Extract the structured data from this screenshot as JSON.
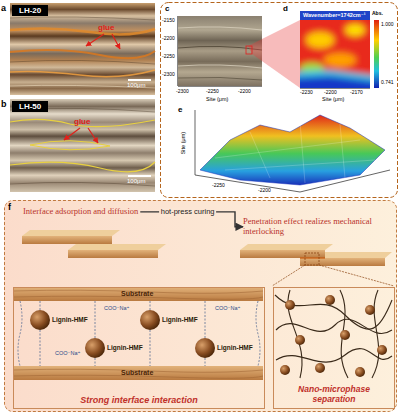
{
  "diagram": {
    "nodes": [
      {
        "text": [
          "f"
        ]
      },
      {
        "text": [
          "Interface adsorption and diffusion"
        ],
        "in": 0
      },
      {
        "text": [
          "Penetration effect realizes mechanical interlocking"
        ],
        "in": 0
      },
      {
        "text": [
          "Strong interface interaction"
        ],
        "in": 0
      },
      {
        "text": [
          "Nano-microphase separation"
        ],
        "in": 0
      }
    ],
    "edges": [
      {
        "from": 1,
        "to": 2,
        "arrow": "to",
        "label": "hot-press curing"
      }
    ],
    "labels": [
      "a",
      "LH-20",
      "glue",
      "100μm",
      "b",
      "LH-50",
      "glue",
      "100μm",
      "c",
      "d",
      "Wavenumber=1742cm⁻¹",
      "Abs.",
      "1.000",
      "0.741",
      "e",
      "Site (μm)",
      "Site (μm)",
      "Site (μm)",
      "Substrate",
      "Substrate",
      "Lignin-HMF",
      "Lignin-HMF",
      "Lignin-HMF",
      "Lignin-HMF",
      "COO⁻Na⁺",
      "COO⁻Na⁺",
      "COO⁻Na⁺",
      "-2300",
      "-2250",
      "-2200",
      "-2150",
      "-2200",
      "-2250",
      "-2300",
      "-2230",
      "-2200",
      "-2170",
      "-2250",
      "-2200"
    ]
  }
}
